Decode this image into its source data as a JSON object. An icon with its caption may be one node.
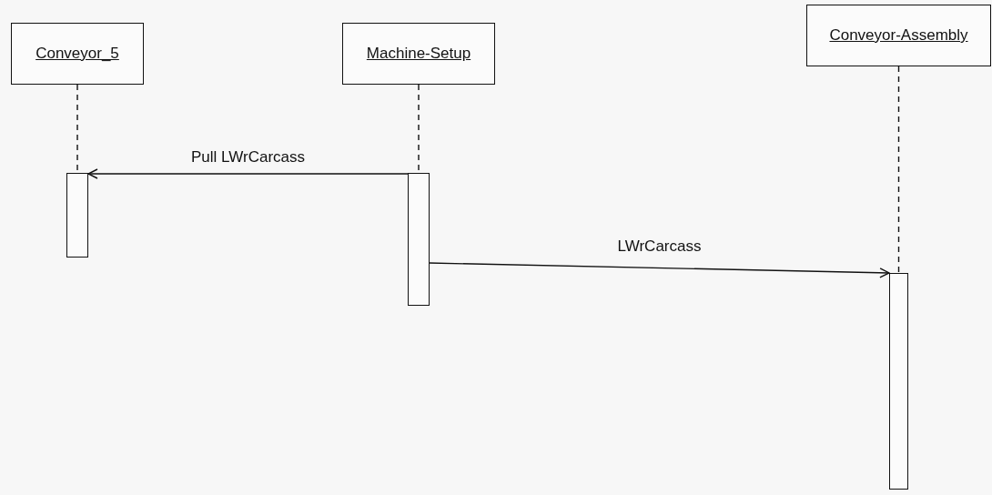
{
  "diagram": {
    "nodes": [
      {
        "text": [
          "Conveyor_5"
        ]
      },
      {
        "text": [
          "Machine-Setup"
        ]
      },
      {
        "text": [
          "Conveyor-Assembly"
        ]
      },
      {
        "text": [],
        "shape": "bar"
      },
      {
        "text": [],
        "shape": "bar"
      },
      {
        "text": [],
        "shape": "bar"
      }
    ],
    "edges": [
      {
        "from": 0,
        "to": 3,
        "arrow": "none",
        "style": "dashed"
      },
      {
        "from": 1,
        "to": 4,
        "arrow": "none",
        "style": "dashed"
      },
      {
        "from": 2,
        "to": 5,
        "arrow": "none",
        "style": "dashed"
      },
      {
        "from": 4,
        "to": 3,
        "arrow": "to",
        "label": "Pull LWrCarcass"
      },
      {
        "from": 4,
        "to": 5,
        "arrow": "to",
        "label": "LWrCarcass"
      }
    ]
  }
}
